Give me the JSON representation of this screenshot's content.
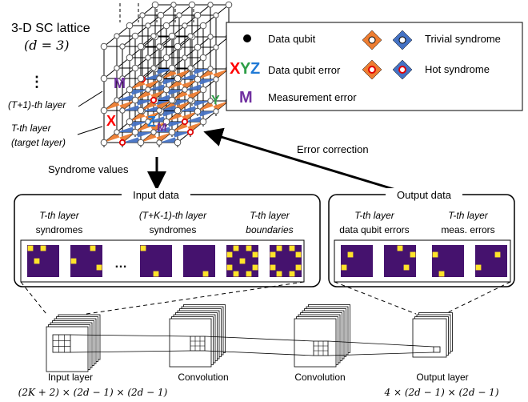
{
  "lattice": {
    "title": "3-D SC lattice",
    "distance": "(d = 3)",
    "ellipsis": "⋮",
    "layer_t1": "(T+1)-th layer",
    "layer_t": "T-th layer",
    "layer_t_sub": "(target layer)"
  },
  "legend": {
    "data_qubit": "Data qubit",
    "trivial_syndrome": "Trivial syndrome",
    "data_qubit_error": "Data qubit error",
    "hot_syndrome": "Hot syndrome",
    "measurement_error": "Measurement error",
    "xyz": [
      "X",
      "Y",
      "Z"
    ],
    "m": "M"
  },
  "arrows": {
    "syndrome_values": "Syndrome values",
    "error_correction": "Error correction"
  },
  "input": {
    "title": "Input data",
    "groups": [
      {
        "line1": "T-th layer",
        "line2": "syndromes"
      },
      {
        "line1": "(T+K-1)-th layer",
        "line2": "syndromes"
      },
      {
        "line1": "T-th layer",
        "line2": "boundaries"
      }
    ],
    "dots": "…"
  },
  "output": {
    "title": "Output data",
    "groups": [
      {
        "line1": "T-th layer",
        "line2": "data qubit errors"
      },
      {
        "line1": "T-th layer",
        "line2": "meas. errors"
      }
    ]
  },
  "network": {
    "input_layer": "Input layer",
    "conv1": "Convolution",
    "conv2": "Convolution",
    "output_layer": "Output layer",
    "input_dims": "(2K + 2) × (2d − 1) × (2d − 1)",
    "output_dims": "4 × (2d − 1) × (2d − 1)"
  },
  "colors": {
    "purple": "#45126e",
    "yellow": "#ffe32a",
    "orange": "#ed7d31",
    "blue": "#4472c4",
    "red_x": "#ff0000",
    "yellow_y": "#c9a400",
    "green_z": "#2e9e47",
    "blue_z": "#1f7ad6",
    "purple_m": "#7030a0"
  },
  "heatmaps": {
    "input": [
      [
        [
          0,
          0
        ],
        [
          0,
          2
        ],
        [
          2,
          1
        ]
      ],
      [
        [
          0,
          3
        ],
        [
          2,
          0
        ],
        [
          3,
          4
        ]
      ],
      [
        [
          0,
          0
        ],
        [
          4,
          2
        ]
      ],
      [
        [
          4,
          3
        ]
      ],
      [
        [
          0,
          1
        ],
        [
          0,
          3
        ],
        [
          1,
          0
        ],
        [
          1,
          4
        ],
        [
          2,
          2
        ],
        [
          3,
          0
        ],
        [
          3,
          4
        ],
        [
          4,
          1
        ],
        [
          4,
          3
        ]
      ],
      [
        [
          0,
          1
        ],
        [
          0,
          3
        ],
        [
          1,
          0
        ],
        [
          1,
          4
        ],
        [
          3,
          0
        ],
        [
          3,
          4
        ],
        [
          4,
          1
        ],
        [
          4,
          3
        ]
      ]
    ],
    "output": [
      [
        [
          1,
          1
        ],
        [
          3,
          0
        ]
      ],
      [
        [
          0,
          2
        ],
        [
          1,
          4
        ],
        [
          3,
          3
        ]
      ],
      [
        [
          1,
          0
        ],
        [
          4,
          1
        ]
      ],
      [
        [
          1,
          3
        ],
        [
          3,
          0
        ]
      ]
    ]
  }
}
